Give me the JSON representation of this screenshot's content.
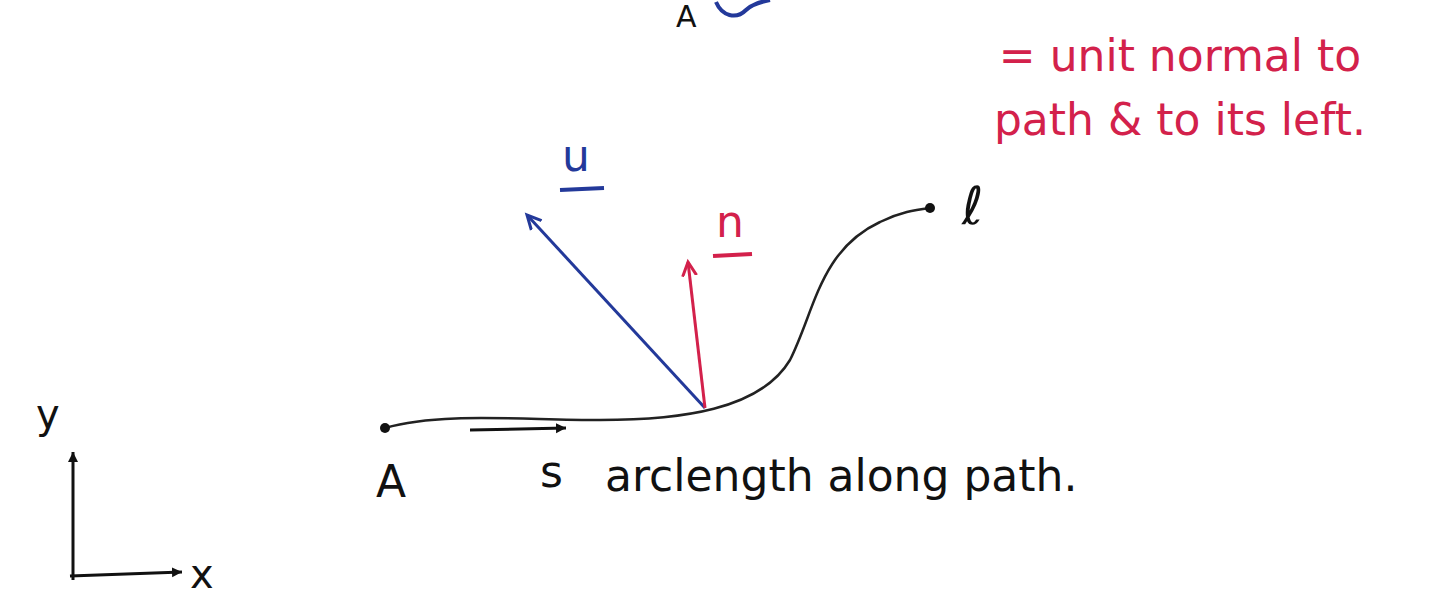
{
  "diagram": {
    "labels": [
      "A",
      "u",
      "n",
      "= unit normal to path & to its left.",
      "ℓ",
      "A",
      "s",
      "arclength along path.",
      "y",
      "x"
    ]
  }
}
